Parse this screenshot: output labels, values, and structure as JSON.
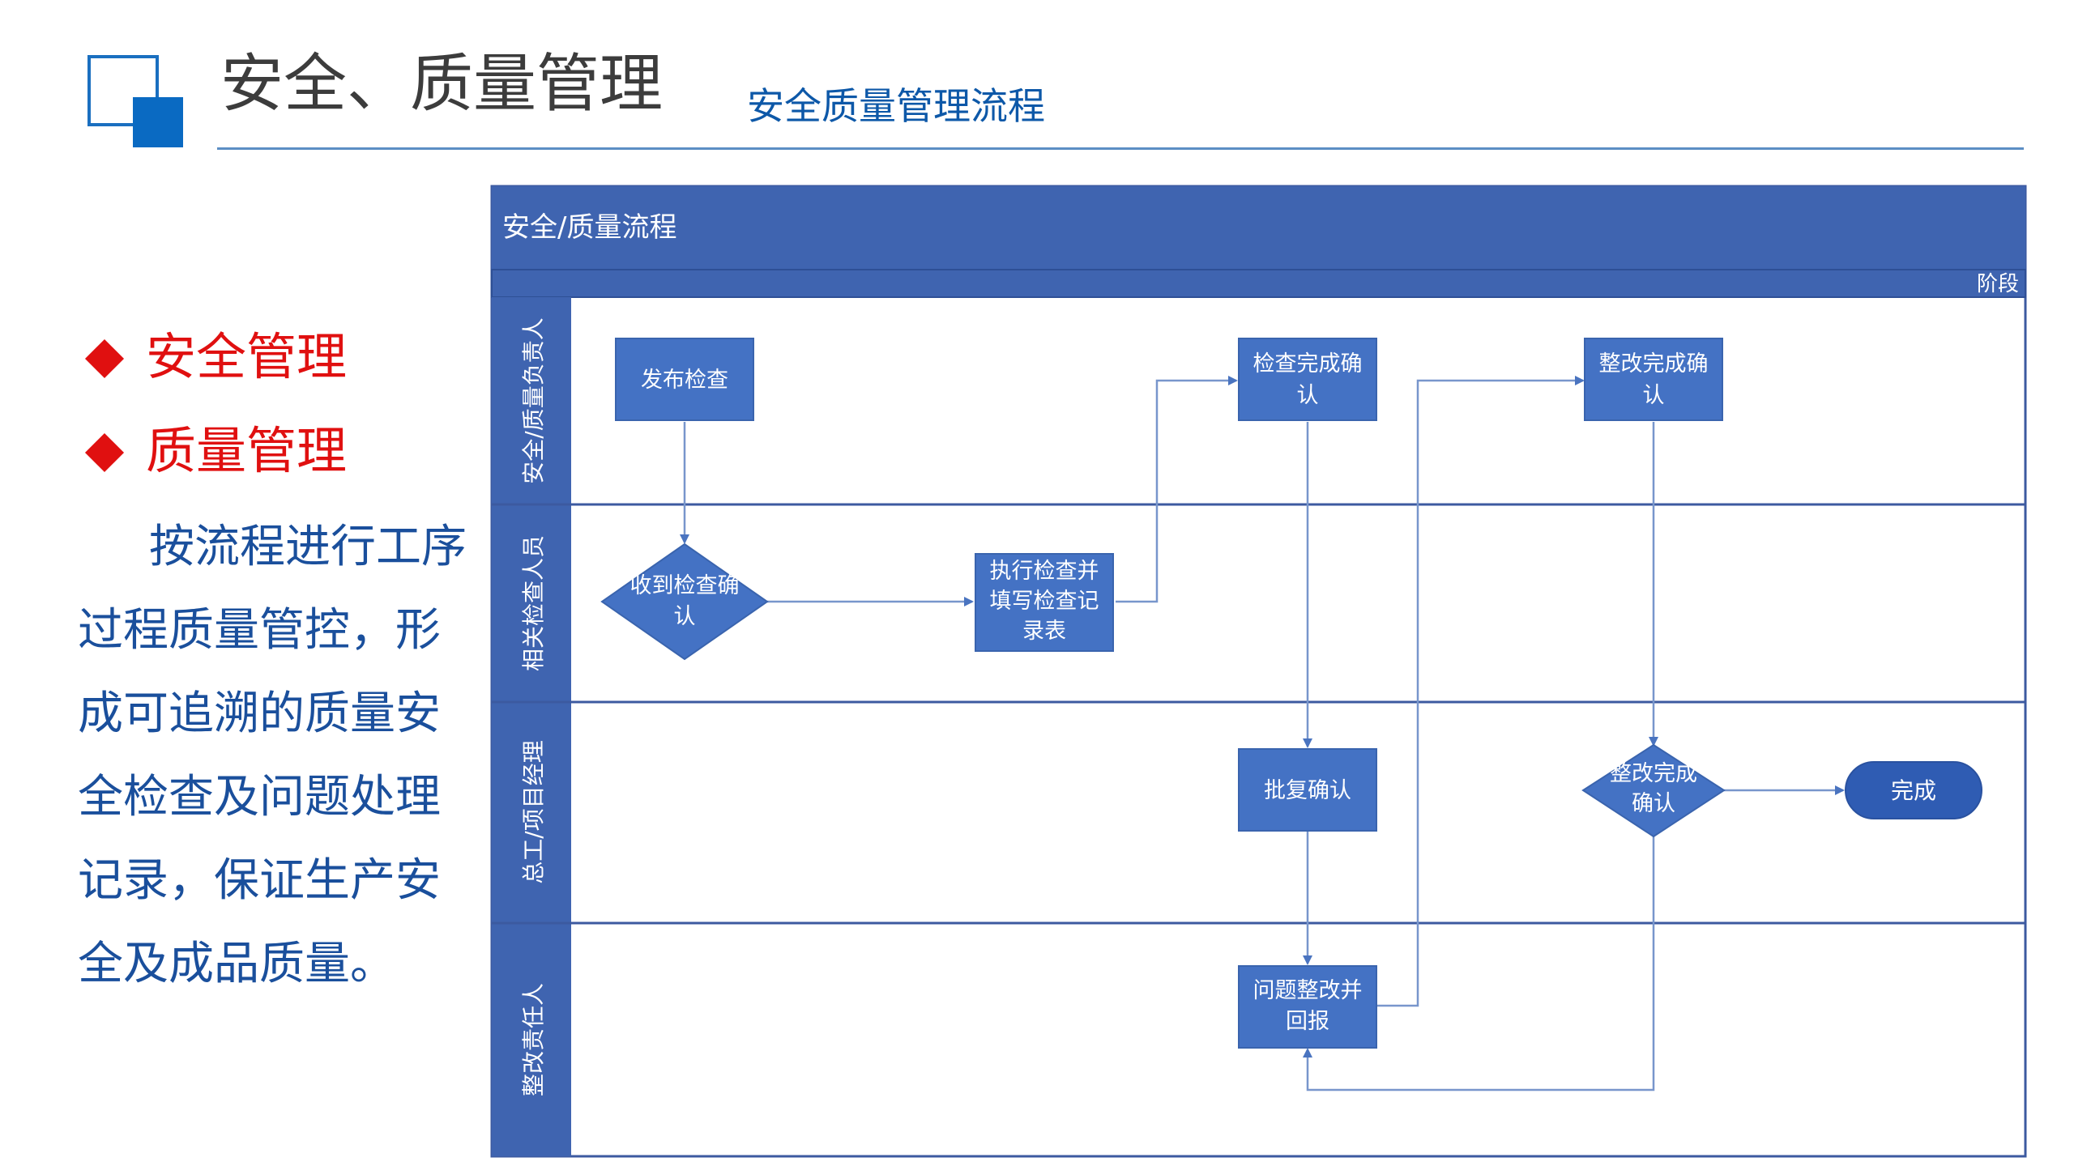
{
  "header": {
    "title": "安全、质量管理",
    "subtitle": "安全质量管理流程"
  },
  "sidebar": {
    "bullets": [
      "安全管理",
      "质量管理"
    ],
    "description": "按流程进行工序过程质量管控，形成可追溯的质量安全检查及问题处理记录，保证生产安全及成品质量。"
  },
  "flowchart": {
    "title": "安全/质量流程",
    "phase_label": "阶段",
    "lanes": [
      "安全/质量负责人",
      "相关检查人员",
      "总工/项目经理",
      "整改责任人"
    ],
    "nodes": {
      "publish": [
        "发布检查"
      ],
      "receive": [
        "收到检查确",
        "认"
      ],
      "execute": [
        "执行检查并",
        "填写检查记",
        "录表"
      ],
      "check_done": [
        "检查完成确",
        "认"
      ],
      "approve": [
        "批复确认"
      ],
      "rectify_report": [
        "问题整改并",
        "回报"
      ],
      "rectify_done": [
        "整改完成确",
        "认"
      ],
      "rectify_confirm": [
        "整改完成",
        "确认"
      ],
      "finish": [
        "完成"
      ]
    }
  },
  "colors": {
    "primary": "#3c64b0",
    "node_fill": "#4472c4",
    "lane_line": "#3c5aa0",
    "arrow": "#6a8dc8",
    "accent_red": "#e01010",
    "text_blue": "#1a4f9c",
    "header_text": "#0d58a8"
  }
}
